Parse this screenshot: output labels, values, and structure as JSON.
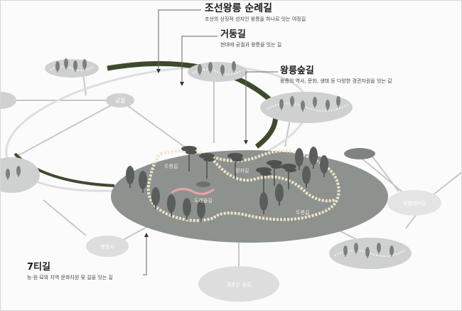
{
  "legend": {
    "royal_tomb_circuit": {
      "title": "조선왕릉 순례길",
      "desc": "조선의 상징적 성지인 왕릉을 하나로 잇는 여정길"
    },
    "geodung": {
      "title": "거둥길",
      "desc": "현대에 궁궐과 왕릉을 잇는 길"
    },
    "forest_path": {
      "title": "왕릉숲길",
      "desc": "왕릉의 역사, 문화, 생태 등 다양한 경관자원을 잇는 길"
    },
    "outer_path": {
      "title": "7티길",
      "desc": "능·원·묘와 지역 문화자원 및 길을 잇는 길"
    }
  },
  "nodes": {
    "palace": "궁궐",
    "temple": "봉영사",
    "right_node": "광릉테마길",
    "bottom_node": "경춘선 숲길"
  },
  "forest_labels": {
    "dulle_top": "두릉길",
    "center": "정자길",
    "dulle_right": "두릉길",
    "stream": "도래솔길"
  },
  "colors": {
    "main_ring": "#3e4a2e",
    "ellipse_fill": "#8d928f",
    "node_fill": "#cfd1d0",
    "trail": "#f1e6c8",
    "stream": "#e8a4a8",
    "tree": "#5b5f5d"
  }
}
